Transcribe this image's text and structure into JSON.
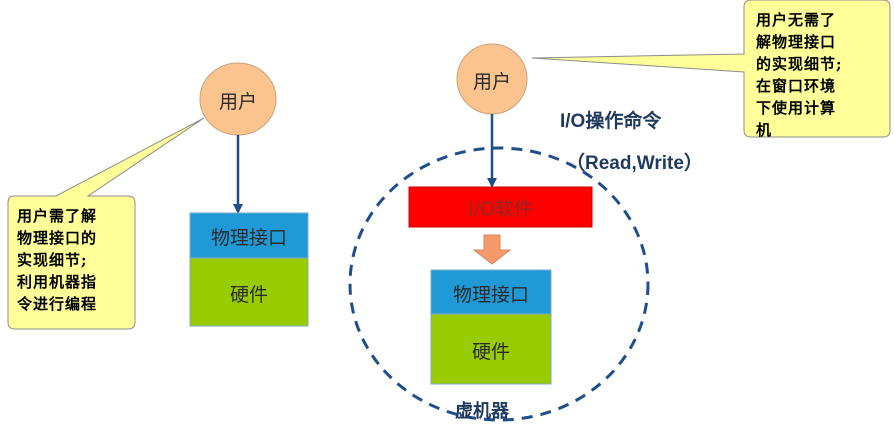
{
  "left": {
    "user": "用户",
    "callout": "用户需了解\n物理接口的\n实现细节;\n利用机器指\n令进行编程",
    "interface": "物理接口",
    "hardware": "硬件"
  },
  "right": {
    "user": "用户",
    "callout": "用户无需了\n解物理接口\n的实现细节;\n在窗口环境\n下使用计算\n机",
    "command_title": "I/O操作命令",
    "command_examples": "（Read,Write）",
    "io_software": "I/O软件",
    "interface": "物理接口",
    "hardware": "硬件",
    "virtual_machine": "虚机器"
  },
  "colors": {
    "user_circle": "#fbc48f",
    "callout_fill": "#ffff99",
    "interface_fill": "#1f9ad6",
    "hardware_fill": "#99cc00",
    "io_software_fill": "#ff0000",
    "arrow": "#1f4e8c",
    "down_arrow": "#f79a6b"
  }
}
